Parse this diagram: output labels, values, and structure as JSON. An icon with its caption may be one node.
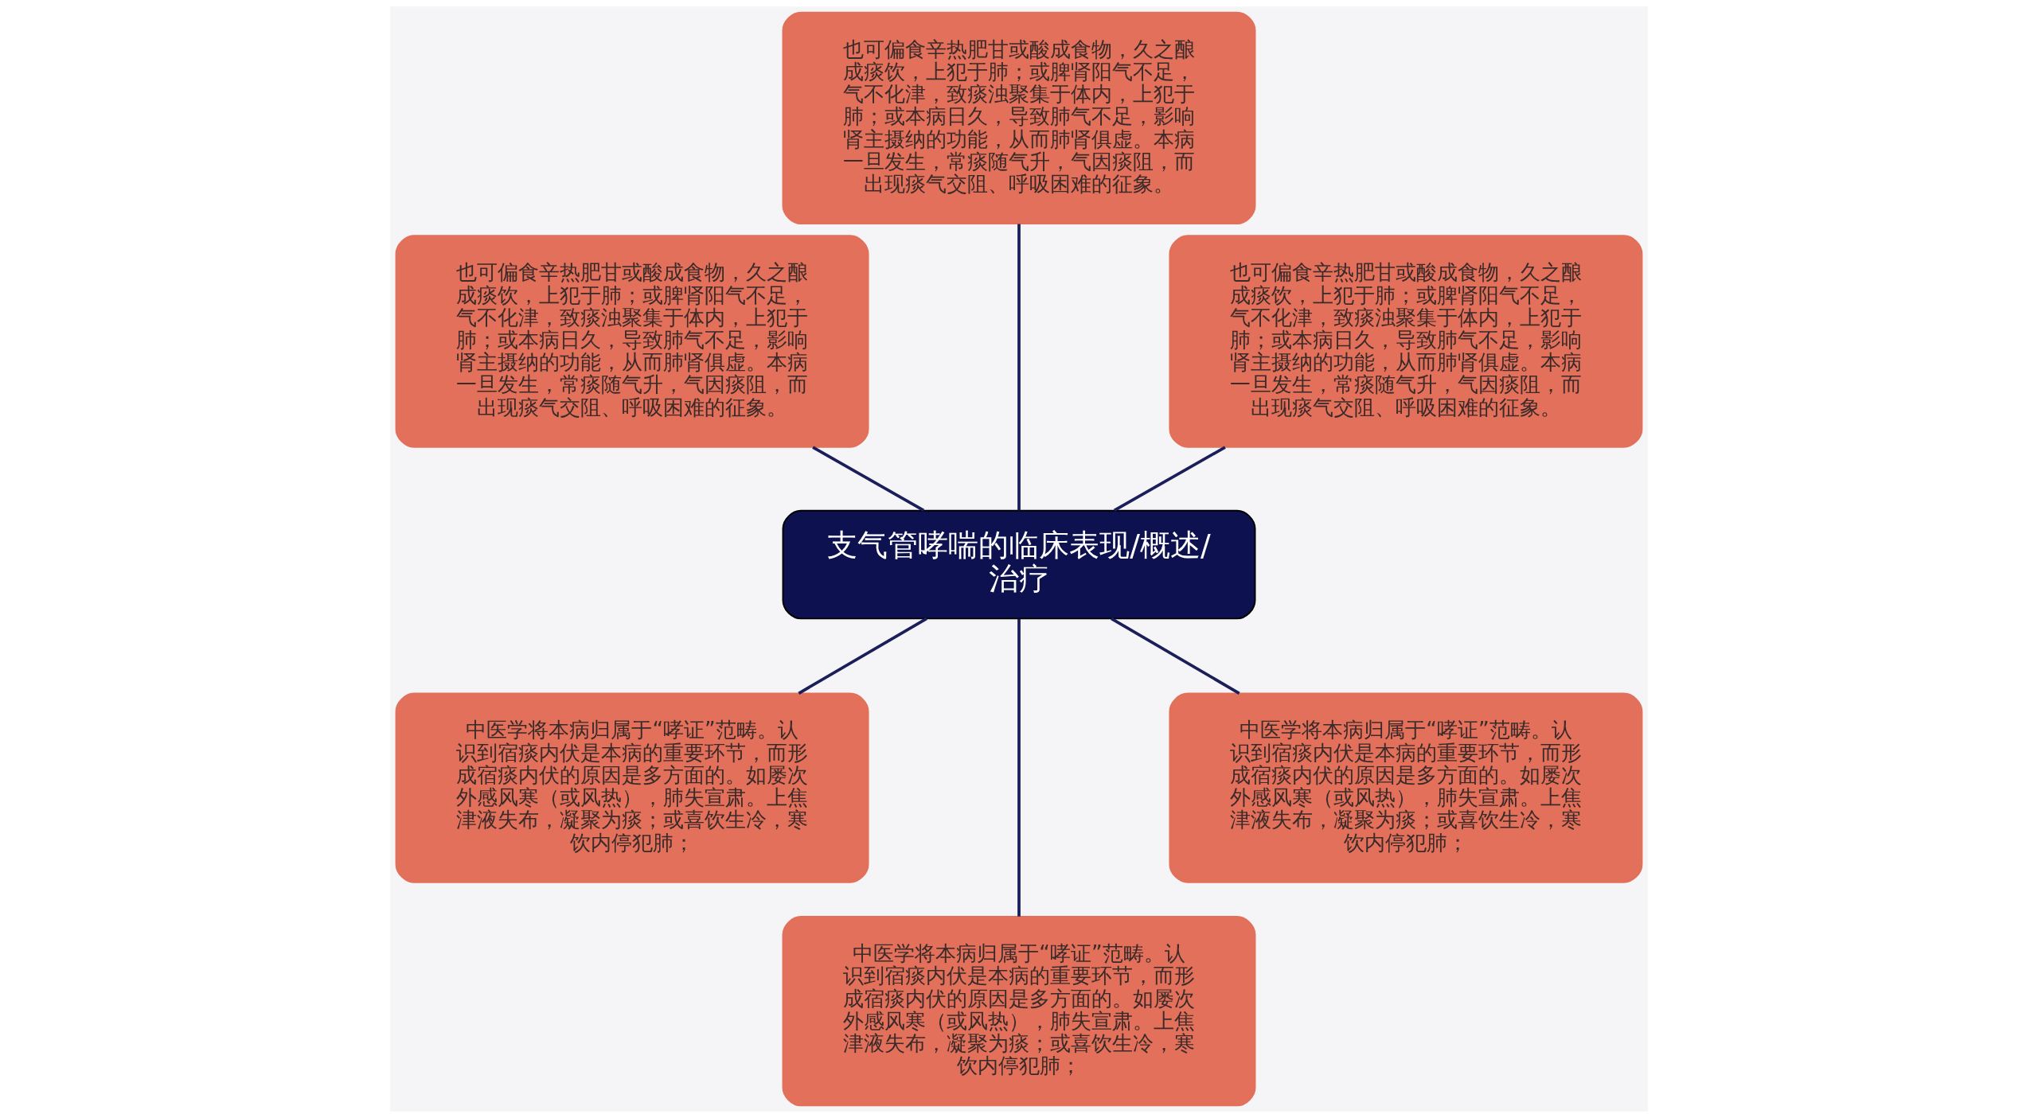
{
  "diagram": {
    "nodes": [
      {
        "text": [
          "支气管哮喘的临床表现/概述/治疗"
        ]
      },
      {
        "text": [
          "也可偏食辛热肥甘或酸成食物，久之酿成痰饮，上犯于肺；或脾肾阳气不足，气不化津，致痰浊聚集于体内，上犯于肺；或本病日久，导致肺气不足，影响肾主摄纳的功能，从而肺肾俱虚。本病一旦发生，常痰随气升，气因痰阻，而出现痰气交阻、呼吸困难的征象。"
        ]
      },
      {
        "text": [
          "也可偏食辛热肥甘或酸成食物，久之酿成痰饮，上犯于肺；或脾肾阳气不足，气不化津，致痰浊聚集于体内，上犯于肺；或本病日久，导致肺气不足，影响肾主摄纳的功能，从而肺肾俱虚。本病一旦发生，常痰随气升，气因痰阻，而出现痰气交阻、呼吸困难的征象。"
        ]
      },
      {
        "text": [
          "也可偏食辛热肥甘或酸成食物，久之酿成痰饮，上犯于肺；或脾肾阳气不足，气不化津，致痰浊聚集于体内，上犯于肺；或本病日久，导致肺气不足，影响肾主摄纳的功能，从而肺肾俱虚。本病一旦发生，常痰随气升，气因痰阻，而出现痰气交阻、呼吸困难的征象。"
        ]
      },
      {
        "text": [
          "中医学将本病归属于“哮证”范畴。认识到宿痰内伏是本病的重要环节，而形成宿痰内伏的原因是多方面的。如屡次外感风寒（或风热），肺失宣肃。上焦津液失布，凝聚为痰；或喜饮生冷，寒饮内停犯肺；"
        ]
      },
      {
        "text": [
          "中医学将本病归属于“哮证”范畴。认识到宿痰内伏是本病的重要环节，而形成宿痰内伏的原因是多方面的。如屡次外感风寒（或风热），肺失宣肃。上焦津液失布，凝聚为痰；或喜饮生冷，寒饮内停犯肺；"
        ]
      },
      {
        "text": [
          "中医学将本病归属于“哮证”范畴。认识到宿痰内伏是本病的重要环节，而形成宿痰内伏的原因是多方面的。如屡次外感风寒（或风热），肺失宣肃。上焦津液失布，凝聚为痰；或喜饮生冷，寒饮内停犯肺；"
        ]
      }
    ],
    "edges": [
      {
        "from": 0,
        "to": 1,
        "arrow": "none"
      },
      {
        "from": 0,
        "to": 2,
        "arrow": "none"
      },
      {
        "from": 0,
        "to": 3,
        "arrow": "none"
      },
      {
        "from": 0,
        "to": 4,
        "arrow": "none"
      },
      {
        "from": 0,
        "to": 5,
        "arrow": "none"
      },
      {
        "from": 0,
        "to": 6,
        "arrow": "none"
      }
    ]
  }
}
